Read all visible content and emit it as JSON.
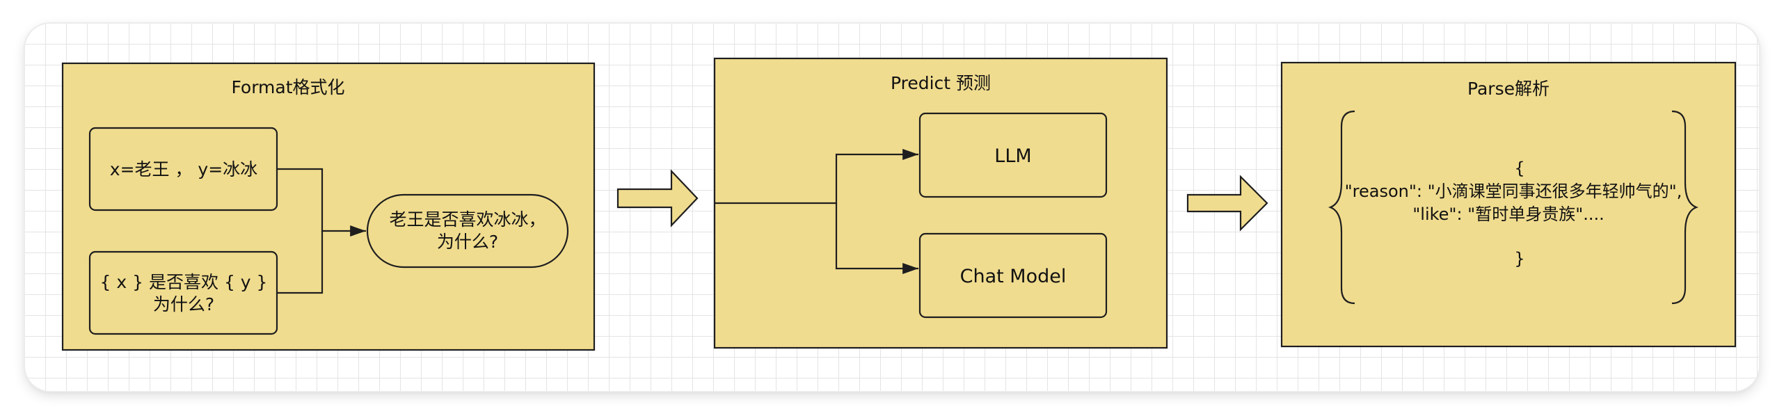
{
  "colors": {
    "fill": "#f0dc8f",
    "stroke": "#1e1e1e",
    "grid": "#e4e4e4"
  },
  "format": {
    "title": "Format格式化",
    "variables": "x=老王 ， y=冰冰",
    "template_line1": "{ x } 是否喜欢 { y }",
    "template_line2": "为什么?",
    "prompt_line1": "老王是否喜欢冰冰，",
    "prompt_line2": "为什么?"
  },
  "predict": {
    "title": "Predict 预测",
    "llm": "LLM",
    "chat_model": "Chat Model"
  },
  "parse": {
    "title": "Parse解析",
    "brace_open": "{",
    "line_reason": "\"reason\": \"小滴课堂同事还很多年轻帅气的\",",
    "line_like": "\"like\": \"暂时单身贵族\"....",
    "brace_close": "}"
  }
}
